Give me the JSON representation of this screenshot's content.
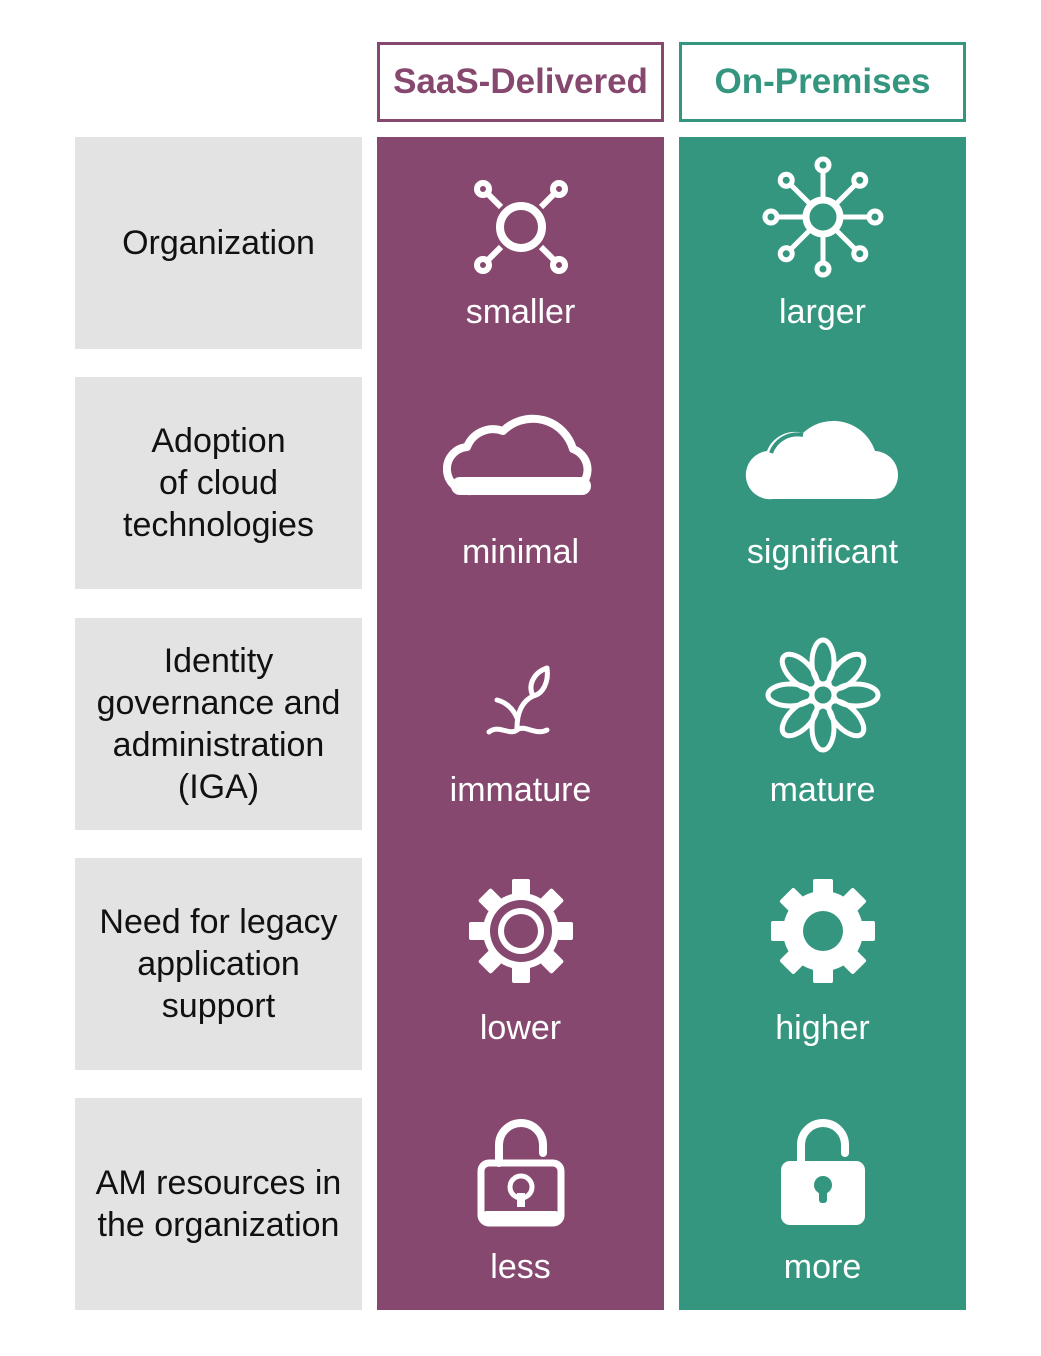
{
  "columns": {
    "saas": {
      "title": "SaaS-Delivered",
      "color": "#86486f"
    },
    "onprem": {
      "title": "On-Premises",
      "color": "#34967f"
    }
  },
  "rows": [
    {
      "label": "Organization",
      "saas": "smaller",
      "onprem": "larger",
      "saas_icon": "small-network-icon",
      "onprem_icon": "large-network-icon"
    },
    {
      "label": "Adoption\nof cloud\ntechnologies",
      "saas": "minimal",
      "onprem": "significant",
      "saas_icon": "cloud-outline-icon",
      "onprem_icon": "cloud-filled-icon"
    },
    {
      "label": "Identity\ngovernance and\nadministration\n(IGA)",
      "saas": "immature",
      "onprem": "mature",
      "saas_icon": "sprout-icon",
      "onprem_icon": "flower-icon"
    },
    {
      "label": "Need for legacy\napplication\nsupport",
      "saas": "lower",
      "onprem": "higher",
      "saas_icon": "gear-outline-icon",
      "onprem_icon": "gear-filled-icon"
    },
    {
      "label": "AM resources in\nthe organization",
      "saas": "less",
      "onprem": "more",
      "saas_icon": "lock-outline-icon",
      "onprem_icon": "lock-filled-icon"
    }
  ]
}
